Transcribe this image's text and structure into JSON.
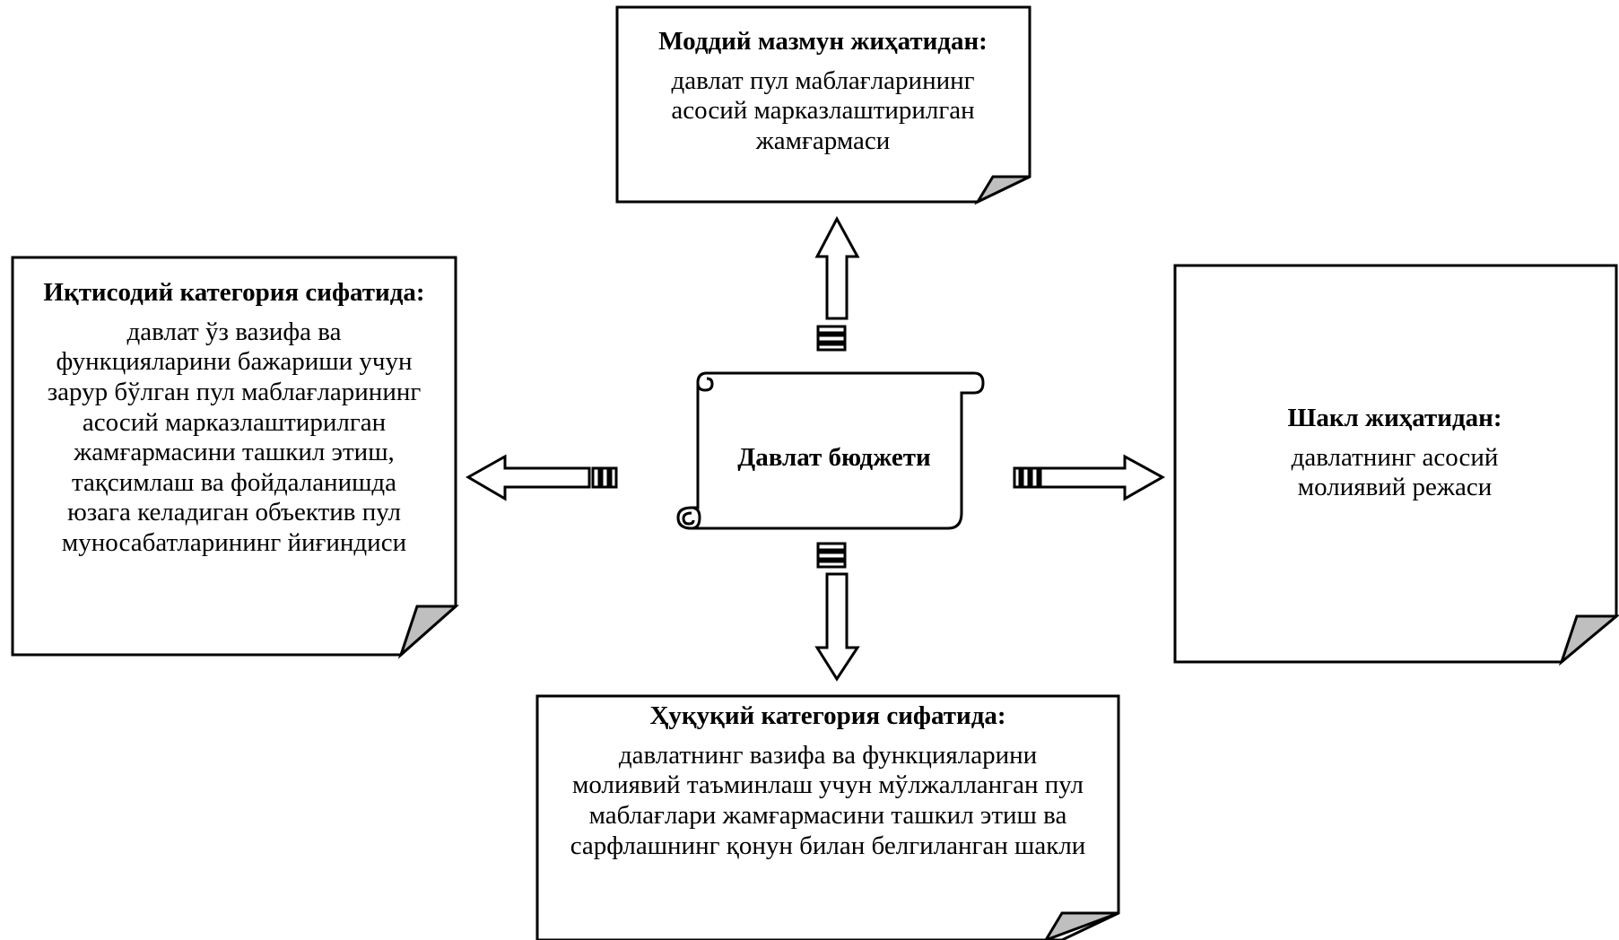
{
  "center": {
    "label": "Давлат бюджети"
  },
  "boxes": {
    "top": {
      "title": "Моддий мазмун жиҳатидан:",
      "lines": [
        "давлат пул маблағларининг",
        "асосий марказлаштирилган",
        "жамғармаси"
      ]
    },
    "left": {
      "title": "Иқтисодий категория сифатида:",
      "lines": [
        "давлат ўз вазифа ва",
        "функцияларини бажариши учун",
        "зарур бўлган пул маблағларининг",
        "асосий марказлаштирилган",
        "жамғармасини ташкил этиш,",
        "тақсимлаш ва фойдаланишда",
        "юзага келадиган объектив пул",
        "муносабатларининг йиғиндиси"
      ]
    },
    "right": {
      "title": "Шакл жиҳатидан:",
      "lines": [
        "давлатнинг асосий",
        "молиявий режаси"
      ]
    },
    "bottom": {
      "title": "Ҳуқуқий категория сифатида:",
      "lines": [
        "давлатнинг вазифа ва функцияларини",
        "молиявий таъминлаш учун мўлжалланган пул",
        "маблағлари жамғармасини ташкил этиш ва",
        "сарфлашнинг қонун билан белгиланган шакли"
      ]
    }
  },
  "colors": {
    "stroke": "#000000",
    "fold": "#bfbfbf",
    "background": "#ffffff"
  }
}
